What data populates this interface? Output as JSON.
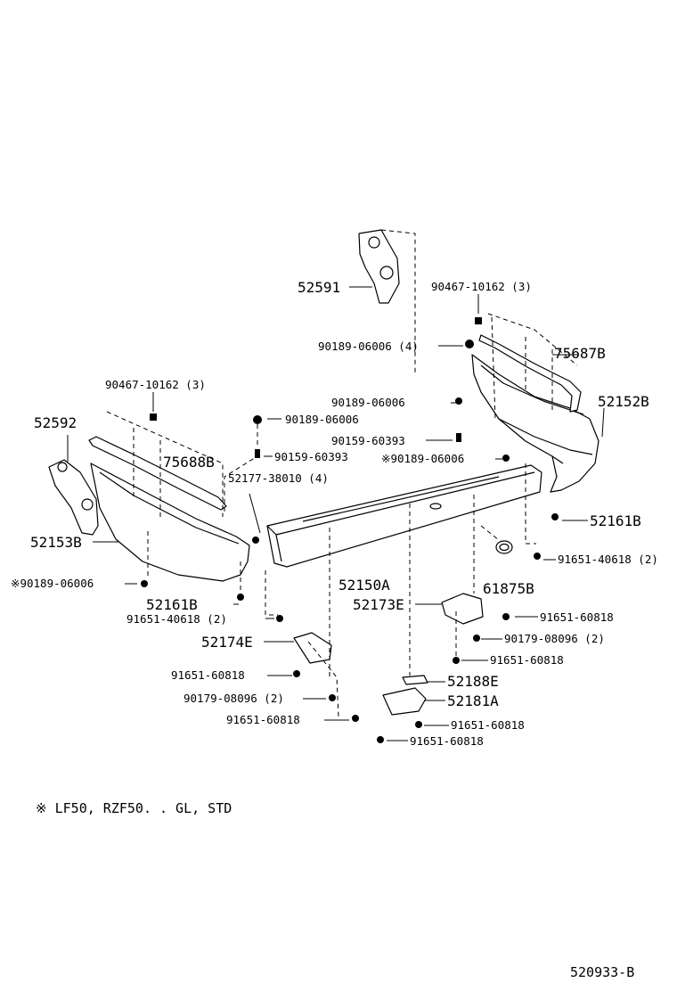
{
  "colors": {
    "ink": "#000000",
    "fill": "#ffffff"
  },
  "labels": {
    "p52591": "52591",
    "p90467_r": "90467-10162 (3)",
    "p90189_r4": "90189-06006 (4)",
    "p75687B": "75687B",
    "p52152B": "52152B",
    "p90189_r1": "90189-06006",
    "p90159_r": "90159-60393",
    "p90189_rs": "※90189-06006",
    "p52161B_r": "52161B",
    "p91651_40618_r": "91651-40618 (2)",
    "p61875B": "61875B",
    "p90467_l": "90467-10162 (3)",
    "p52592": "52592",
    "p90189_c": "90189-06006",
    "p90159_c": "90159-60393",
    "p75688B": "75688B",
    "p52177": "52177-38010 (4)",
    "p52153B": "52153B",
    "p90189_ls": "※90189-06006",
    "p52161B_l": "52161B",
    "p91651_40618_l": "91651-40618 (2)",
    "p52150A": "52150A",
    "p52173E": "52173E",
    "p91651_60818_a": "91651-60818",
    "p90179_r": "90179-08096 (2)",
    "p91651_60818_b": "91651-60818",
    "p52174E": "52174E",
    "p91651_60818_c": "91651-60818",
    "p90179_l": "90179-08096 (2)",
    "p91651_60818_d": "91651-60818",
    "p52188E": "52188E",
    "p52181A": "52181A",
    "p91651_60818_e": "91651-60818",
    "p91651_60818_f": "91651-60818"
  },
  "footnote": "※ LF50, RZF50. . GL, STD",
  "diagram_code": "520933-B"
}
